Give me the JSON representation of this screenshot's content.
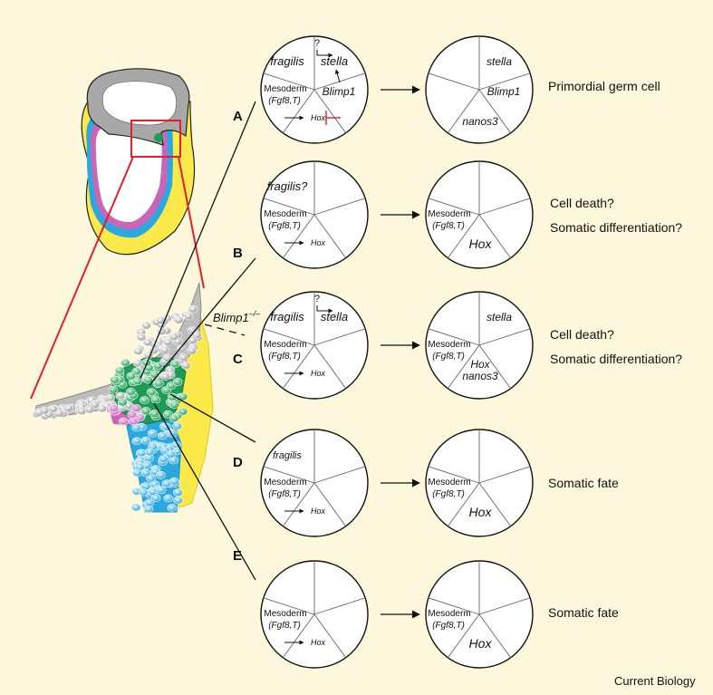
{
  "rows": [
    {
      "letter": "A",
      "left": {
        "fragilis": "fragilis",
        "stella": "stella",
        "blimp": "Blimp1",
        "mesoderm": "Mesoderm",
        "fgf": "(Fgf8,T)",
        "hox": "Hox",
        "question": "?"
      },
      "right": {
        "stella": "stella",
        "blimp": "Blimp1",
        "nanos": "nanos3"
      },
      "outcome": [
        "Primordial germ cell"
      ]
    },
    {
      "letter": "B",
      "left": {
        "fragilis": "fragilis?",
        "mesoderm": "Mesoderm",
        "fgf": "(Fgf8,T)",
        "hox": "Hox"
      },
      "right": {
        "mesoderm": "Mesoderm",
        "fgf": "(Fgf8,T)",
        "hox": "Hox"
      },
      "outcome": [
        "Cell death?",
        "Somatic differentiation?"
      ]
    },
    {
      "letter": "C",
      "left": {
        "fragilis": "fragilis",
        "stella": "stella",
        "mesoderm": "Mesoderm",
        "fgf": "(Fgf8,T)",
        "hox": "Hox",
        "question": "?"
      },
      "right": {
        "stella": "stella",
        "mesoderm": "Mesoderm",
        "fgf": "(Fgf8,T)",
        "hox": "Hox",
        "nanos": "nanos3"
      },
      "outcome": [
        "Cell death?",
        "Somatic differentiation?"
      ]
    },
    {
      "letter": "D",
      "left": {
        "fragilis": "fragilis",
        "mesoderm": "Mesoderm",
        "fgf": "(Fgf8,T)",
        "hox": "Hox"
      },
      "right": {
        "mesoderm": "Mesoderm",
        "fgf": "(Fgf8,T)",
        "hox": "Hox"
      },
      "outcome": [
        "Somatic fate"
      ]
    },
    {
      "letter": "E",
      "left": {
        "mesoderm": "Mesoderm",
        "fgf": "(Fgf8,T)",
        "hox": "Hox"
      },
      "right": {
        "mesoderm": "Mesoderm",
        "fgf": "(Fgf8,T)",
        "hox": "Hox"
      },
      "outcome": [
        "Somatic fate"
      ]
    }
  ],
  "blimp_mutant": {
    "base": "Blimp1",
    "sup": "–/–"
  },
  "credit": "Current Biology",
  "colors": {
    "background": "#fdf8dc",
    "gray": "#a8a8a8",
    "yellow": "#fbe94a",
    "blue": "#2aa8df",
    "pink": "#c966b7",
    "green": "#1e9c55",
    "red": "#e0202a"
  }
}
